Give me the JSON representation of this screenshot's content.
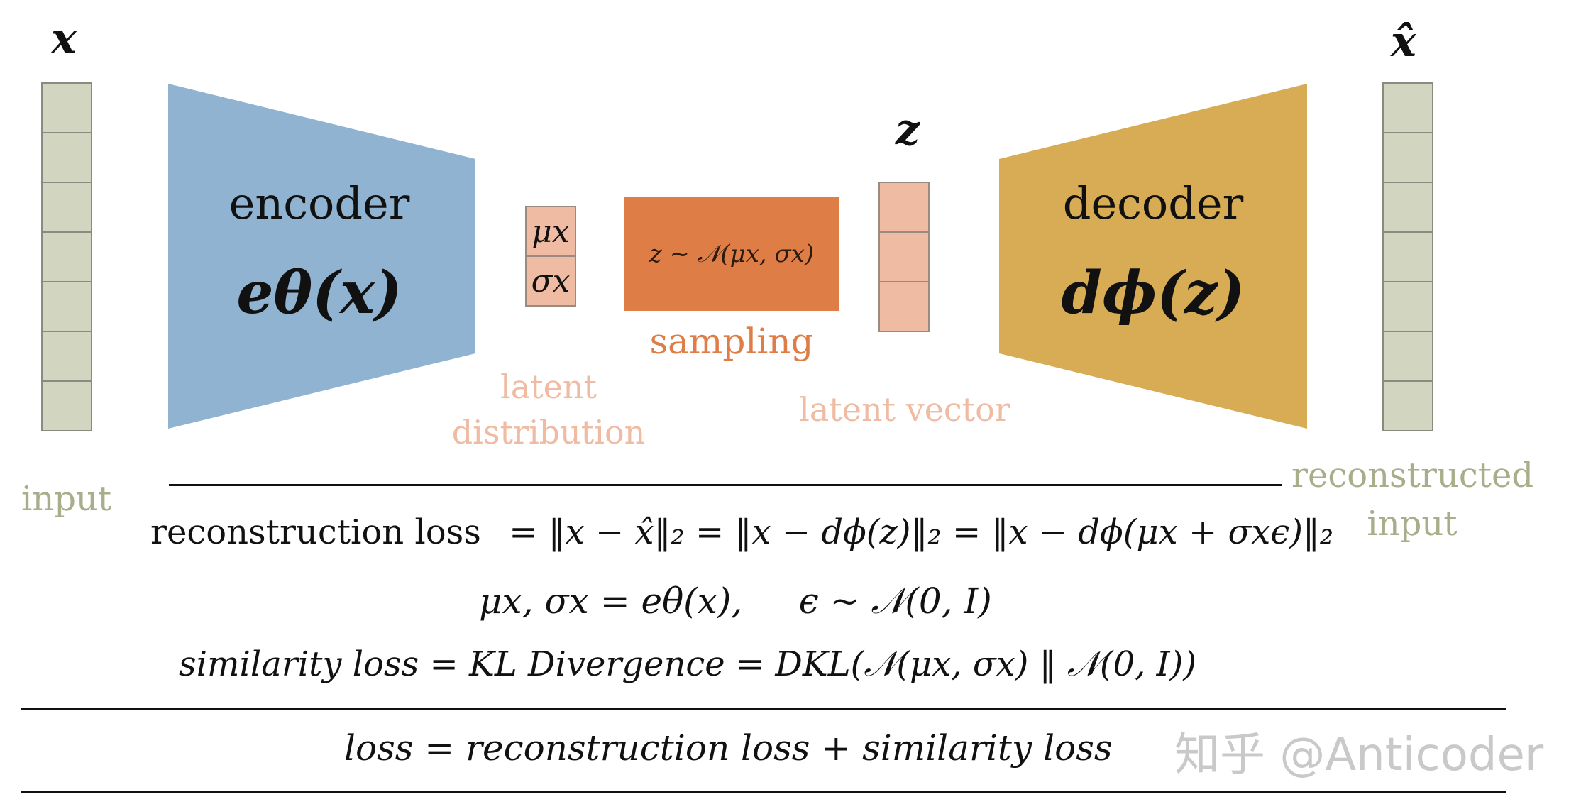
{
  "symbols": {
    "x": "x",
    "x_hat": "x̂",
    "z": "z"
  },
  "encoder": {
    "title": "encoder",
    "func": "eθ(x)",
    "color": "#8fb3d1"
  },
  "decoder": {
    "title": "decoder",
    "func": "dϕ(z)",
    "color": "#d7ac55"
  },
  "latent_dist": {
    "mu": "μx",
    "sigma": "σx",
    "label_line1": "latent",
    "label_line2": "distribution"
  },
  "sampling": {
    "box_text": "z ~ 𝒩(μx, σx)",
    "label": "sampling",
    "color": "#de7d45"
  },
  "latent_vector": {
    "label": "latent vector"
  },
  "io": {
    "input_label": "input",
    "recon_line1": "reconstructed",
    "recon_line2": "input",
    "label_color": "#a6ae8a"
  },
  "equations": {
    "recon_label": "reconstruction loss",
    "recon_expr": "= ‖x − x̂‖₂ = ‖x − dϕ(z)‖₂ = ‖x − dϕ(μx + σxϵ)‖₂",
    "params": "μx, σx = eθ(x),     ϵ ~ 𝒩(0, I)",
    "similarity": "similarity loss = KL Divergence = DKL(𝒩(μx, σx) ‖ 𝒩(0, I))",
    "total": "loss = reconstruction loss + similarity loss"
  },
  "watermark": "知乎 @Anticoder"
}
